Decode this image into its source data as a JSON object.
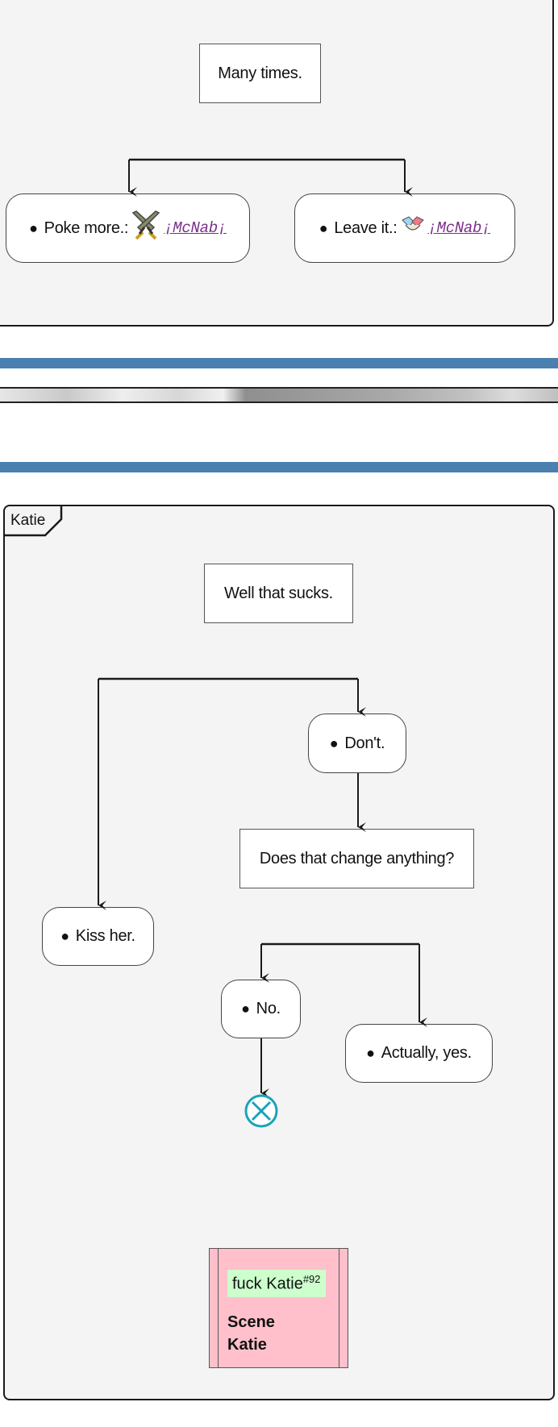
{
  "top_section": {
    "box_label": "Many times.",
    "options": [
      {
        "label": "Poke more.:",
        "icon": "crossed-swords-icon",
        "link": "¡McNab¡"
      },
      {
        "label": "Leave it.:",
        "icon": "handshake-icon",
        "link": "¡McNab¡"
      }
    ]
  },
  "katie_section": {
    "package_label": "Katie",
    "box_label": "Well that sucks.",
    "option_dont": "Don't.",
    "option_kiss": "Kiss her.",
    "question": "Does that change anything?",
    "option_no": "No.",
    "option_yes": "Actually, yes.",
    "end_icon": "end-circle-x-icon",
    "note": {
      "tag": "fuck Katie",
      "tag_number": "#92",
      "line1": "Scene",
      "line2": "Katie"
    }
  },
  "colors": {
    "band_blue": "#4a7fb0",
    "frame_bg": "#f4f4f4",
    "note_pink": "#ffc0cb",
    "tag_green": "#ccffcc",
    "end_teal": "#1aa3b8",
    "link_purple": "#7b2d8b"
  }
}
